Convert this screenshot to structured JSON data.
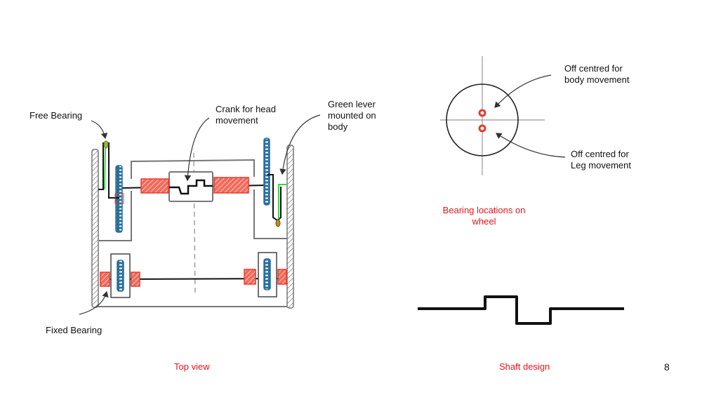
{
  "slide": {
    "page_number": "8"
  },
  "top_view": {
    "caption": "Top view",
    "labels": {
      "free_bearing": "Free Bearing",
      "crank": "Crank for head\nmovement",
      "green_lever": "Green lever\nmounted on\nbody",
      "fixed_bearing": "Fixed Bearing"
    }
  },
  "wheel": {
    "caption": "Bearing locations on\nwheel",
    "labels": {
      "body_offset": "Off centred for\nbody movement",
      "leg_offset": "Off centred for\nLeg  movement"
    }
  },
  "shaft": {
    "caption": "Shaft design"
  },
  "colors": {
    "caption_red": "#e8141b",
    "bearing_red": "#e83a2e",
    "gear_blue": "#2a6f9a",
    "lever_green": "#3fd24a",
    "frame_gray": "#777777"
  }
}
